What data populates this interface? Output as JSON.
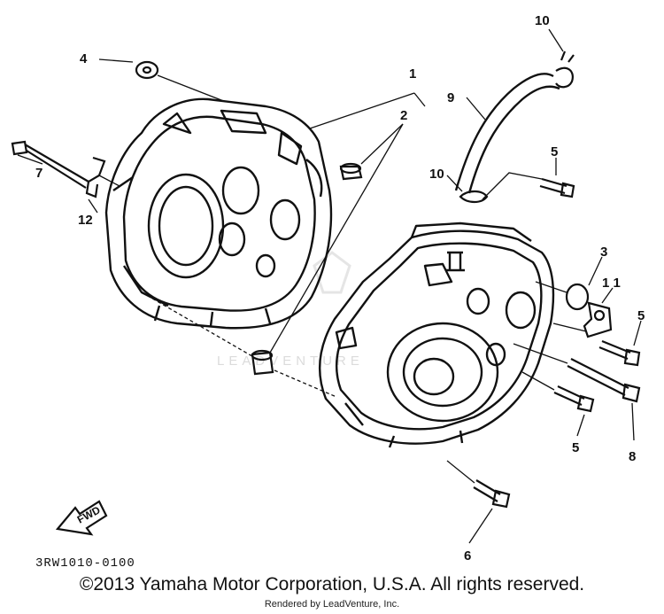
{
  "diagram": {
    "callouts": {
      "c1": "1",
      "c2": "2",
      "c3": "3",
      "c4": "4",
      "c5a": "5",
      "c5b": "5",
      "c5c": "5",
      "c6": "6",
      "c7": "7",
      "c8": "8",
      "c9": "9",
      "c10a": "10",
      "c10b": "10",
      "c11": "1 1",
      "c12": "12"
    },
    "fwd_label": "FWD",
    "part_code": "3RW1010-0100",
    "watermark": "LEADVENTURE"
  },
  "footer": {
    "copyright": "©2013 Yamaha Motor Corporation, U.S.A. All rights reserved.",
    "rendered_by": "Rendered by LeadVenture, Inc."
  }
}
